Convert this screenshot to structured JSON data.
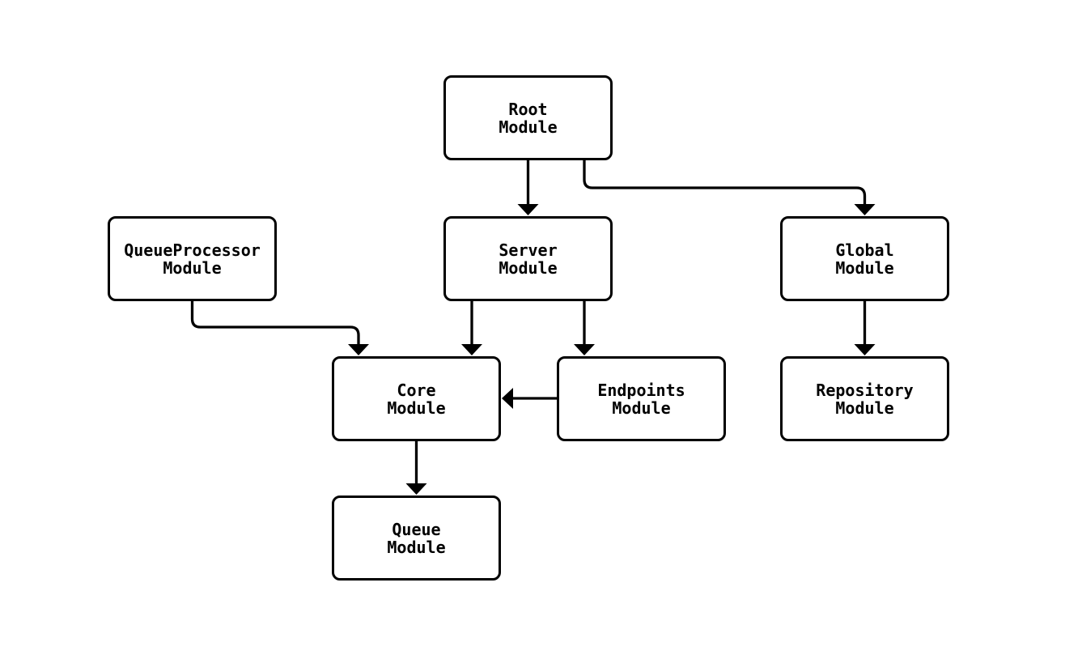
{
  "diagram": {
    "type": "flowchart",
    "direction": "top-down",
    "colors": {
      "background": "#ffffff",
      "node_fill": "#ffffff",
      "node_border": "#000000",
      "edge": "#000000",
      "text": "#000000"
    },
    "nodes": [
      {
        "id": "root",
        "line1": "Root",
        "line2": "Module"
      },
      {
        "id": "queueprocessor",
        "line1": "QueueProcessor",
        "line2": "Module"
      },
      {
        "id": "server",
        "line1": "Server",
        "line2": "Module"
      },
      {
        "id": "global",
        "line1": "Global",
        "line2": "Module"
      },
      {
        "id": "core",
        "line1": "Core",
        "line2": "Module"
      },
      {
        "id": "endpoints",
        "line1": "Endpoints",
        "line2": "Module"
      },
      {
        "id": "repository",
        "line1": "Repository",
        "line2": "Module"
      },
      {
        "id": "queue",
        "line1": "Queue",
        "line2": "Module"
      }
    ],
    "edges": [
      {
        "from": "Root Module",
        "to": "Server Module"
      },
      {
        "from": "Root Module",
        "to": "Global Module"
      },
      {
        "from": "QueueProcessor Module",
        "to": "Core Module"
      },
      {
        "from": "Server Module",
        "to": "Core Module"
      },
      {
        "from": "Server Module",
        "to": "Endpoints Module"
      },
      {
        "from": "Endpoints Module",
        "to": "Core Module"
      },
      {
        "from": "Global Module",
        "to": "Repository Module"
      },
      {
        "from": "Core Module",
        "to": "Queue Module"
      }
    ]
  }
}
